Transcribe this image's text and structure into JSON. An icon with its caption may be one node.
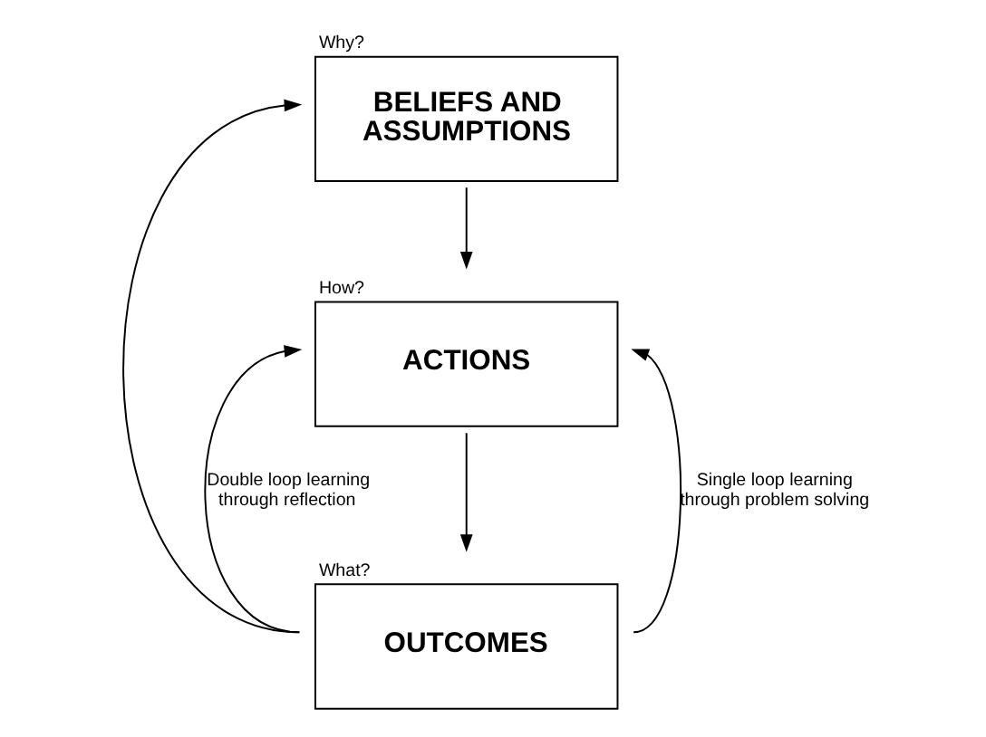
{
  "diagram": {
    "nodes": [
      {
        "text": [
          "BELIEFS AND ASSUMPTIONS"
        ],
        "beside": [
          "Why?"
        ]
      },
      {
        "text": [
          "ACTIONS"
        ],
        "beside": [
          "How?"
        ]
      },
      {
        "text": [
          "OUTCOMES"
        ],
        "beside": [
          "What?"
        ]
      }
    ],
    "edges": [
      {
        "from": 0,
        "to": 1,
        "arrow": "to"
      },
      {
        "from": 1,
        "to": 2,
        "arrow": "to"
      },
      {
        "from": 2,
        "to": 0,
        "arrow": "to"
      },
      {
        "from": 2,
        "to": 1,
        "arrow": "to",
        "label": "Double loop learning through reflection"
      },
      {
        "from": 2,
        "to": 1,
        "arrow": "to",
        "label": "Single loop learning through problem solving"
      }
    ]
  }
}
